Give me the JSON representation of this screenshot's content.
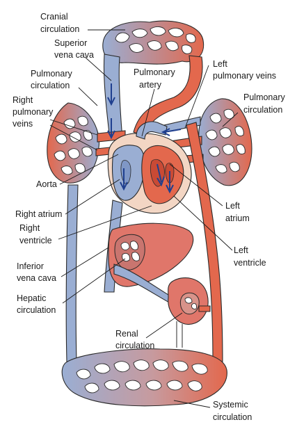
{
  "labels": {
    "cranial_circulation": [
      "Cranial",
      "circulation"
    ],
    "superior_vena_cava": [
      "Superior",
      "vena cava"
    ],
    "pulmonary_circulation_left": [
      "Pulmonary",
      "circulation"
    ],
    "pulmonary_artery": [
      "Pulmonary",
      "artery"
    ],
    "left_pulmonary_veins": [
      "Left",
      "pulmonary veins"
    ],
    "pulmonary_circulation_right": [
      "Pulmonary",
      "circulation"
    ],
    "right_pulmonary_veins": [
      "Right",
      "pulmonary",
      "veins"
    ],
    "aorta": [
      "Aorta"
    ],
    "right_atrium": [
      "Right atrium"
    ],
    "left_atrium": [
      "Left",
      "atrium"
    ],
    "right_ventricle": [
      "Right",
      "ventricle"
    ],
    "left_ventricle": [
      "Left",
      "ventricle"
    ],
    "inferior_vena_cava": [
      "Inferior",
      "vena cava"
    ],
    "hepatic_circulation": [
      "Hepatic",
      "circulation"
    ],
    "renal_circulation": [
      "Renal",
      "circulation"
    ],
    "systemic_circulation": [
      "Systemic",
      "circulation"
    ]
  },
  "colors": {
    "deoxygenated": "#9aaed3",
    "oxygenated": "#e3684d",
    "liver": "#e0766a",
    "heart_interior": "#f3d6c4",
    "arrow": "#1f3f8f"
  }
}
